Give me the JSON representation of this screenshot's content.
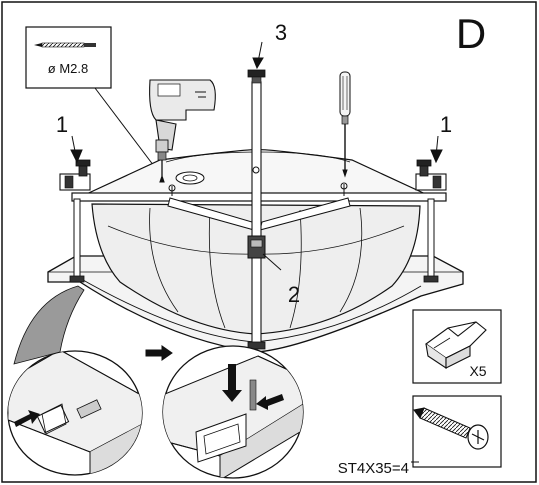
{
  "step_letter": "D",
  "drill_bit": {
    "diameter_label": "ø M2.8"
  },
  "callouts": {
    "bracket_left": "1",
    "bracket_right": "1",
    "center_leg": "3",
    "center_clamp": "2"
  },
  "clip_box": {
    "quantity_label": "X5"
  },
  "screw": {
    "spec_label": "ST4X35=4"
  },
  "colors": {
    "line": "#111111",
    "fill_tub": "#f2f2f2",
    "shade": "#b8b8b8",
    "callout_gray": "#8c8c8c"
  }
}
